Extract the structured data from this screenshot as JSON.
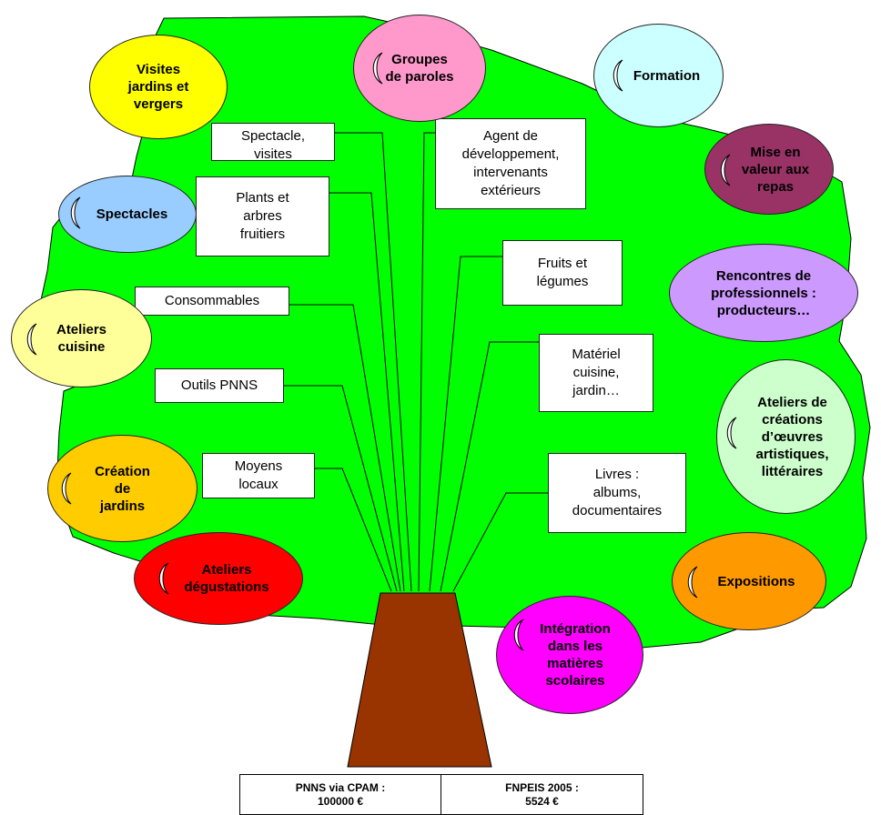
{
  "boxes": [
    {
      "text": "Spectacle,\nvisites"
    },
    {
      "text": "Plants et\narbres\nfruitiers"
    },
    {
      "text": "Consommables"
    },
    {
      "text": "Outils PNNS"
    },
    {
      "text": "Moyens\nlocaux"
    },
    {
      "text": "Agent de\ndéveloppement,\nintervenants\nextérieurs"
    },
    {
      "text": "Fruits et\nlégumes"
    },
    {
      "text": "Matériel\ncuisine,\njardin…"
    },
    {
      "text": "Livres :\nalbums,\ndocumentaires"
    }
  ],
  "ovals": [
    {
      "label": "Visites\njardins et\nvergers",
      "color": "#FFFF00"
    },
    {
      "label": "Groupes\nde paroles",
      "color": "#FF99CC"
    },
    {
      "label": "Formation",
      "color": "#CCFFFF"
    },
    {
      "label": "Mise en\nvaleur aux\nrepas",
      "color": "#993366"
    },
    {
      "label": "Spectacles",
      "color": "#99CCFF"
    },
    {
      "label": "Rencontres de\nprofessionnels :\nproducteurs…",
      "color": "#CC99FF"
    },
    {
      "label": "Ateliers\ncuisine",
      "color": "#FFFF99"
    },
    {
      "label": "Ateliers de\ncréations\nd’œuvres\nartistiques,\nlittéraires",
      "color": "#CCFFCC"
    },
    {
      "label": "Création\nde\njardins",
      "color": "#FFCC00"
    },
    {
      "label": "Ateliers\ndégustations",
      "color": "#FF0000"
    },
    {
      "label": "Expositions",
      "color": "#FF9900"
    },
    {
      "label": "Intégration\ndans les\nmatières\nscolaires",
      "color": "#FF00FF"
    }
  ],
  "funding": [
    {
      "text": "PNNS via CPAM :\n100000 €"
    },
    {
      "text": "FNPEIS 2005 :\n5524 €"
    }
  ],
  "colors": {
    "canopy": "#00FF00",
    "trunk": "#993300"
  }
}
